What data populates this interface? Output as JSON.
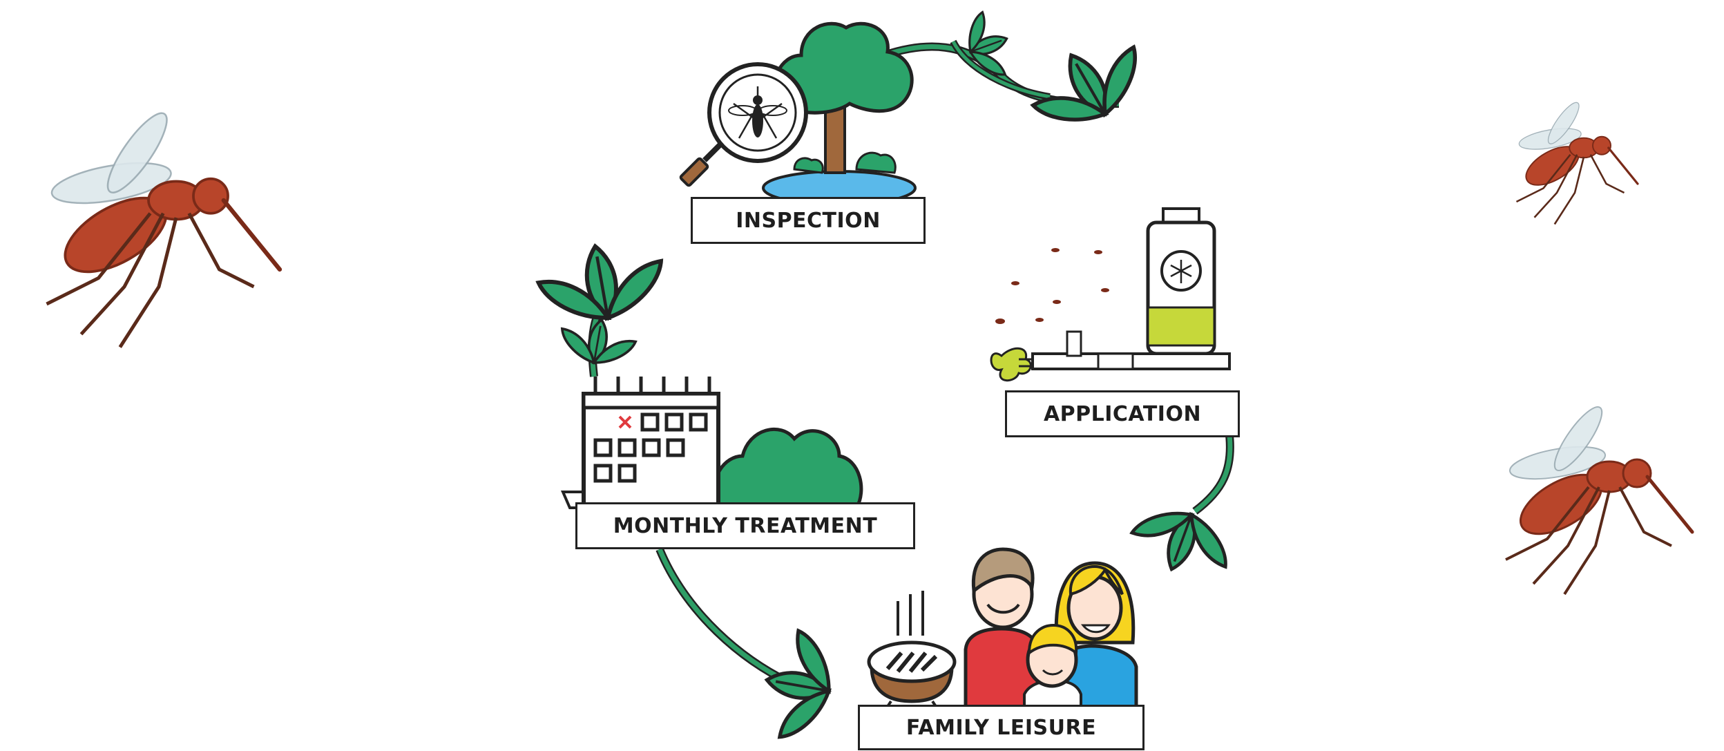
{
  "steps": [
    {
      "id": "inspection",
      "label": "INSPECTION",
      "icon": "magnifier-tree-icon"
    },
    {
      "id": "application",
      "label": "APPLICATION",
      "icon": "fogger-sprayer-icon"
    },
    {
      "id": "family",
      "label": "FAMILY LEISURE",
      "icon": "family-grill-icon"
    },
    {
      "id": "monthly",
      "label": "MONTHLY TREATMENT",
      "icon": "calendar-bush-icon"
    }
  ],
  "colors": {
    "leaf": "#2ba36a",
    "vine": "#2e9e66",
    "outline": "#222222",
    "mosquito": "#b8452a",
    "water": "#5ab9ea",
    "spray": "#c6d83a",
    "shirt_red": "#e03a3e",
    "shirt_blue": "#2aa3e0",
    "hair_blond": "#f6d420",
    "hair_brown": "#b59b7c",
    "grill": "#a0683c"
  }
}
